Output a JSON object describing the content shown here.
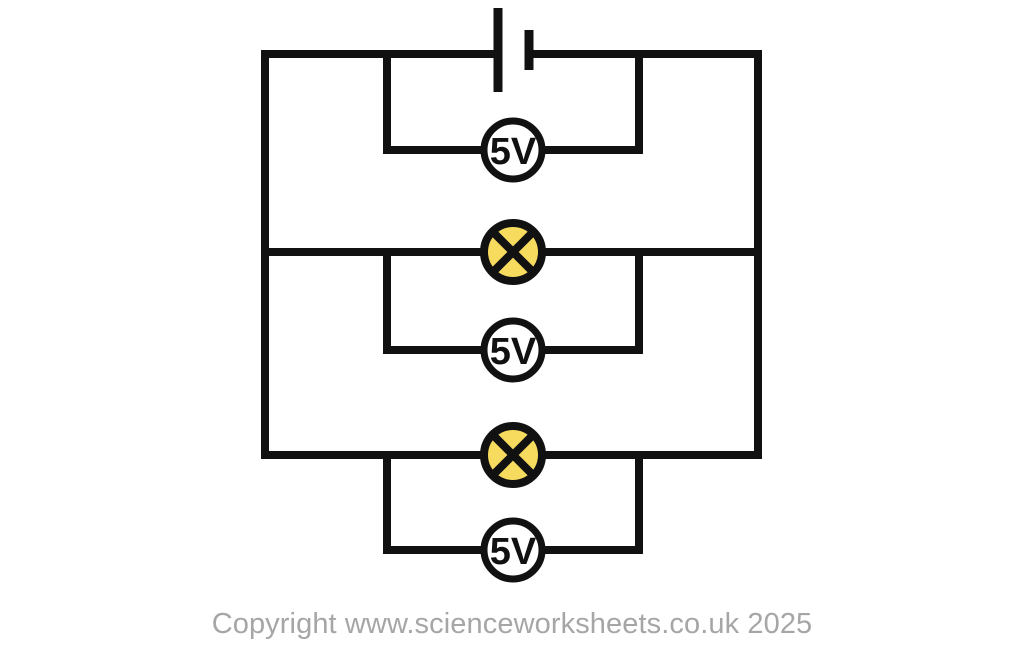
{
  "diagram": {
    "title": "parallel-circuit-with-three-lamps-and-voltmeters",
    "background_color": "#ffffff",
    "wire_color": "#111111",
    "lamp_fill_color": "#f7db5e",
    "meter_fill_color": "#ffffff",
    "components": {
      "battery": {
        "name": "cell",
        "label": ""
      },
      "lamps": [
        {
          "name": "lamp-top",
          "label": ""
        },
        {
          "name": "lamp-middle",
          "label": ""
        },
        {
          "name": "lamp-bottom",
          "label": ""
        }
      ],
      "voltmeters": [
        {
          "name": "voltmeter-top",
          "reading": "5V"
        },
        {
          "name": "voltmeter-middle",
          "reading": "5V"
        },
        {
          "name": "voltmeter-bottom",
          "reading": "5V"
        }
      ]
    }
  },
  "footer": {
    "copyright": "Copyright www.scienceworksheets.co.uk 2025"
  }
}
